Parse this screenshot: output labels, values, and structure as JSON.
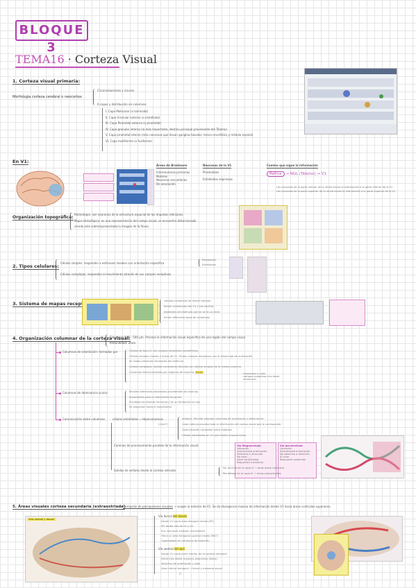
{
  "header": {
    "bloque": "BLOQUE 3",
    "tema_num": "TEMA16",
    "tema_title": "· Corteza Visual"
  },
  "s1": {
    "title": "1. Corteza visual primaria:",
    "morph": "Morfología corteza cerebral o neocortex",
    "morph_a": "Circunvoluciones y cisuras",
    "morph_b": "6 capas y distribución en columnas",
    "layers": [
      "I. Capa Molecular (o laminada)",
      "II. Capa Granular externa (o estrellada)",
      "III. Capa Piramidal externa (o piramidal)",
      "IV. Capa granular interna (la más importante, destino principal proveniente del Tálamo)",
      "V. Capa piramidal interna (más neuronas que llevan ganglios basales, tronco encefálico y médula espinal)",
      "VI. Capa multiforme (o fusiforme)"
    ]
  },
  "v1": {
    "title": "En V1:",
    "col1_head": "Áreas de Brodmann",
    "col1": [
      "Interneuronas primarias",
      "Motoras",
      "Neuronas secundarias",
      "De asociación"
    ],
    "col2_head": "Neuronas de la V1",
    "col2": [
      "Piramidales",
      "Estrelladas espinosas"
    ],
    "col3_head": "Camino que sigue la información",
    "path": [
      "Retina",
      "NGL (Tálamo)",
      "V1"
    ],
    "note1": "Los neuronas de la parte inferior de la retina llevan la información a la parte inferior de la V1",
    "note2": "Las neuronas de la parte superior de la retina llevan la información a la parte superior de la V1"
  },
  "org": {
    "title": "Organización topográfica:",
    "a": "Retinotopía: son neuronas de la estructura espacial de los impulsos retinianos",
    "b": "Mapa retinotópico: es una representación del campo visual, se encuentra distorsionado",
    "c": "siendo esto sobrerepresentada la imagen de la fóvea."
  },
  "s2": {
    "title": "2. Tipos celulares:",
    "a": "Células simples: responden a estímulos lineales con orientación específica",
    "a_tag1": "Receptores",
    "a_tag2": "Estrelladas",
    "b": "Células complejas: responden al movimiento através de sus campos receptivos"
  },
  "s3": {
    "title": "3. Sistema de mapas receptivos:",
    "items": [
      "campos receptivos de mayor tamaño",
      "tienen conexiones con V1 y sus vecinas",
      "dependen del estímulo que se ve en su área",
      "tienen diferentes tipos de receptivos"
    ]
  },
  "s4": {
    "title": "4. Organización columnar de la corteza visual:",
    "cols": "Columnas 400 – 500 µm. Procesa la información visual específica de una región del campo visual",
    "depth": "Profundidad: 2mm",
    "oc_label": "Columnas de orientación:",
    "oc_sub": "formadas por",
    "oc_items": [
      "Células de tipo V1 con campos receptivos concéntricos",
      "Células simples: bordes y líneas de V1. Tienen campos receptivos con el mismo eje de orientación",
      "de líneas presentes estimadas del estímulo",
      "Células complejas: reciben conexiones directas con células simples de la misma columna",
      "Columnas interconectadas por regiones de mancha:"
    ],
    "blobs": "Blobs",
    "blob_notes": [
      "responden a color",
      "campos receptivos circulares",
      "monocular"
    ],
    "od_label": "Columnas de dominancia ocular:",
    "od_items": [
      "Reciben aferencias separadas procedentes de cada ojo",
      "Importantes para la información binocular",
      "Anclados las mismas neuronas y en su formación no hay",
      "Se organizan hacia el movimiento"
    ],
    "com_label": "Comunicación entre columnas:",
    "com_sub": "células estrelladas",
    "com_sub2": "Hipercolumnas",
    "com_mm": "(1mm²)",
    "com_items": [
      "Integrar: Permite modular columnas de orientación y dominancia",
      "Cada módulo procesa toda la información del campo visual que le corresponde",
      "Comunicación horizontal entre módulos",
      "Células estrelladas en V1 que emiten proyecciones"
    ],
    "paths": "Caminos de procesamiento paralelo de la información visual:",
    "mag_head": "Vía Magnocelular",
    "mag": [
      "Ubicación",
      "Selectividad orientación",
      "Selectiva a dirección",
      "No color, ...",
      "Nivel sensibilidad",
      "Respuesta transitoria"
    ],
    "parvo_head": "Vía parvocelular",
    "parvo": [
      "Ubicación",
      "Selectividad orientación",
      "No selectiva a dirección",
      "Sí color",
      "Respuesta sostenida"
    ],
    "outputs": "Salidas de señales desde la corteza estriada",
    "out1": "Por encima de la capa IV → otras áreas corticales",
    "out2": "Por debajo de la capa IV → áreas subcorticales"
  },
  "s5": {
    "title": "5. Áreas visuales corteza secundaria (extraestriada)",
    "arrow_text": "Formación de percepciones visuales",
    "rest": "surgen al exterior de V1. Se da divergencia masiva de información desde V1 hacia áreas corticales superiores",
    "fig": "Vías ventral y dorsal",
    "ventral_label": "Vía dorsal",
    "ventral_hl": "del dónde",
    "ventral": [
      "Desde V1 hacia área temporal media (MT)",
      "MT recibe info de V1 y V2",
      "Sus neuronas analizan movimiento",
      "Tiene un área temporal superior media (MST)",
      "Organizadas en columnas de dirección"
    ],
    "dorsal_label": "Vía ventral",
    "dorsal_hl": "del qué",
    "dorsal": [
      "Desde V1 hacia parte inferior de la corteza temporal",
      "Aferencias desde regiones globulares (blobs)",
      "Selectiva de orientación y color",
      "Área inferior temporal → forma y memoria visual"
    ],
    "it": "IT"
  }
}
